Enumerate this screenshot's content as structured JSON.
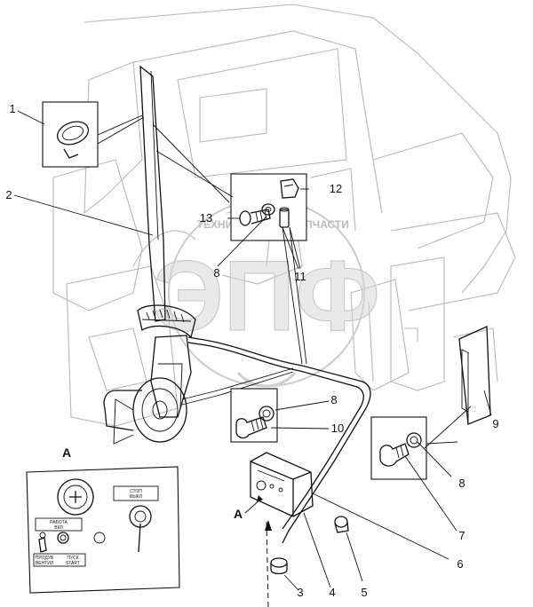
{
  "diagram": {
    "callouts": [
      {
        "id": "1",
        "text": "1"
      },
      {
        "id": "2",
        "text": "2"
      },
      {
        "id": "3",
        "text": "3"
      },
      {
        "id": "4",
        "text": "4"
      },
      {
        "id": "5",
        "text": "5"
      },
      {
        "id": "6",
        "text": "6"
      },
      {
        "id": "7",
        "text": "7"
      },
      {
        "id": "8a",
        "text": "8"
      },
      {
        "id": "8b",
        "text": "8"
      },
      {
        "id": "8c",
        "text": "8"
      },
      {
        "id": "9",
        "text": "9"
      },
      {
        "id": "10",
        "text": "10"
      },
      {
        "id": "11",
        "text": "11"
      },
      {
        "id": "12",
        "text": "12"
      },
      {
        "id": "13",
        "text": "13"
      },
      {
        "id": "A1",
        "text": "A"
      },
      {
        "id": "A2",
        "text": "A"
      }
    ],
    "watermark": {
      "logo_text": "ЭПФ",
      "caption_left": "ТЕХНИКА",
      "caption_right": "ЗАПЧАСТИ"
    },
    "panel_a": {
      "label_top": "СТОП",
      "label_top2": "ВЫКЛ",
      "label_mid": "РАБОТА",
      "label_mid2": "ВКЛ",
      "label_left": "ПРОДУВ",
      "label_left2": "ВЕНТИЛ",
      "label_right": "ПУСК",
      "label_right2": "START"
    }
  }
}
